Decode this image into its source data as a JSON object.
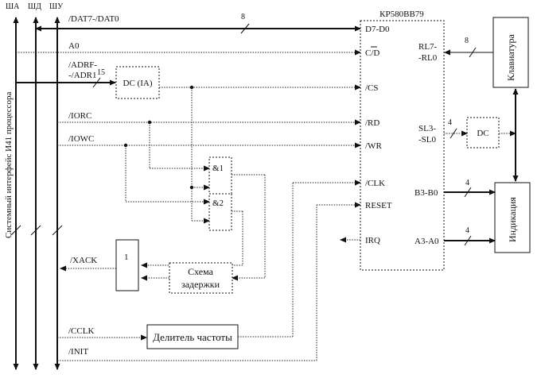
{
  "buses": {
    "sha": "ША",
    "shd": "ШД",
    "shu": "ШУ",
    "system_label": "Системный интерфейс И41 процессора"
  },
  "signals": {
    "dat": "/DAT7-/DAT0",
    "a0": "A0",
    "adrf_1": "/ADRF-",
    "adrf_2": "-/ADR1",
    "adr_width": "15",
    "iorc": "/IORC",
    "iowc": "/IOWC",
    "xack": "/XACK",
    "cclk": "/CCLK",
    "init": "/INIT",
    "data_width": "8"
  },
  "blocks": {
    "dc_ia": "DC (IA)",
    "and1": "&1",
    "and2": "&2",
    "or1": "1",
    "delay_1": "Схема",
    "delay_2": "задержки",
    "divider": "Делитель частоты",
    "dc": "DC",
    "keyboard": "Клавиатура",
    "indication": "Индикация"
  },
  "chip": {
    "title": "КР580ВВ79",
    "pins_left": {
      "d": "D7-D0",
      "cd": "C/D",
      "cs": "/CS",
      "rd": "/RD",
      "wr": "/WR",
      "clk": "/CLK",
      "reset": "RESET",
      "irq": "IRQ"
    },
    "pins_right": {
      "rl_1": "RL7-",
      "rl_2": "-RL0",
      "rl_width": "8",
      "sl_1": "SL3-",
      "sl_2": "-SL0",
      "sl_width": "4",
      "b": "B3-B0",
      "b_width": "4",
      "a": "A3-A0",
      "a_width": "4"
    }
  }
}
